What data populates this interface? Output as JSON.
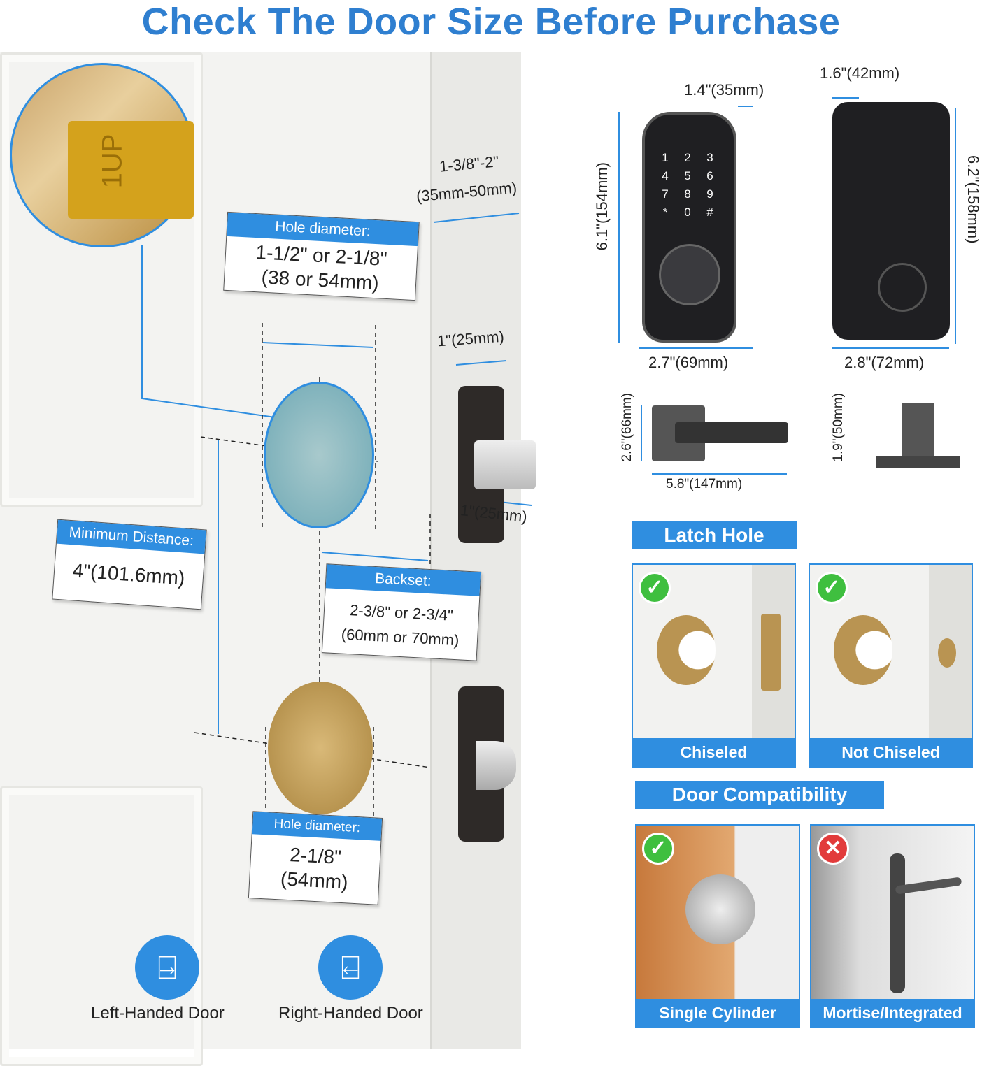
{
  "title": "Check The Door Size Before Purchase",
  "door": {
    "latch_marking": "1UP",
    "thickness": {
      "line1": "1-3/8\"-2\"",
      "line2": "(35mm-50mm)"
    },
    "top_hole": {
      "header": "Hole diameter:",
      "line1": "1-1/2\" or 2-1/8\"",
      "line2": "(38 or 54mm)"
    },
    "faceplate_width": "1\"(25mm)",
    "bolt_length": "1\"(25mm)",
    "min_distance": {
      "header": "Minimum Distance:",
      "value": "4\"(101.6mm)"
    },
    "backset": {
      "header": "Backset:",
      "line1": "2-3/8\" or 2-3/4\"",
      "line2": "(60mm or 70mm)"
    },
    "bottom_hole": {
      "header": "Hole diameter:",
      "line1": "2-1/8\"",
      "line2": "(54mm)"
    },
    "handedness": [
      {
        "label": "Left-Handed Door"
      },
      {
        "label": "Right-Handed Door"
      }
    ]
  },
  "keypad": {
    "keys": [
      "1",
      "2",
      "3",
      "4",
      "5",
      "6",
      "7",
      "8",
      "9",
      "*",
      "0",
      "#"
    ],
    "depth": "1.4\"(35mm)",
    "height": "6.1\"(154mm)",
    "width": "2.7\"(69mm)"
  },
  "interior": {
    "depth": "1.6\"(42mm)",
    "height": "6.2\"(158mm)",
    "width": "2.8\"(72mm)"
  },
  "lever": {
    "height": "2.6\"(66mm)",
    "length": "5.8\"(147mm)",
    "projection": "1.9\"(50mm)"
  },
  "latch_hole": {
    "title": "Latch Hole",
    "options": [
      {
        "label": "Chiseled",
        "ok": true
      },
      {
        "label": "Not Chiseled",
        "ok": true
      }
    ]
  },
  "door_compat": {
    "title": "Door Compatibility",
    "options": [
      {
        "label": "Single Cylinder",
        "ok": true
      },
      {
        "label": "Mortise/Integrated",
        "ok": false
      }
    ]
  },
  "colors": {
    "accent": "#2f8ee0",
    "title": "#2f7fd0",
    "ok": "#3fbf3f",
    "bad": "#e23b3b"
  }
}
